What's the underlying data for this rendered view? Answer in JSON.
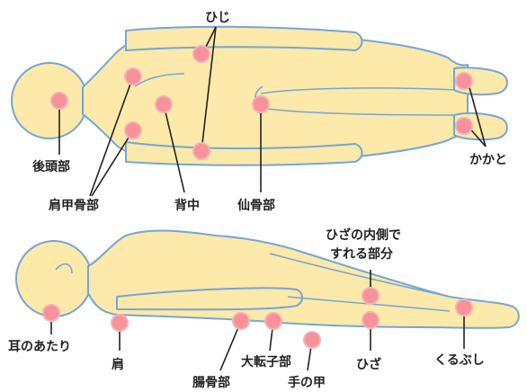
{
  "colors": {
    "body_fill": "#fde9a9",
    "body_stroke": "#74a6d6",
    "spot": "#f7919a",
    "spot_stroke": "#f4b2b8",
    "leader": "#222222"
  },
  "labels": {
    "hiji": "ひじ",
    "koutoubu": "後頭部",
    "kenkoukotsubu": "肩甲骨部",
    "senaka": "背中",
    "senkotsubu": "仙骨部",
    "kakato": "かかと",
    "hiza_naisoku_line1": "ひざの内側で",
    "hiza_naisoku_line2": "すれる部分",
    "mimi_no_atari": "耳のあたり",
    "kata": "肩",
    "choukotsubu": "腸骨部",
    "daitenshibu": "大転子部",
    "te_no_kou": "手の甲",
    "hiza": "ひざ",
    "kurubushi": "くるぶし"
  }
}
